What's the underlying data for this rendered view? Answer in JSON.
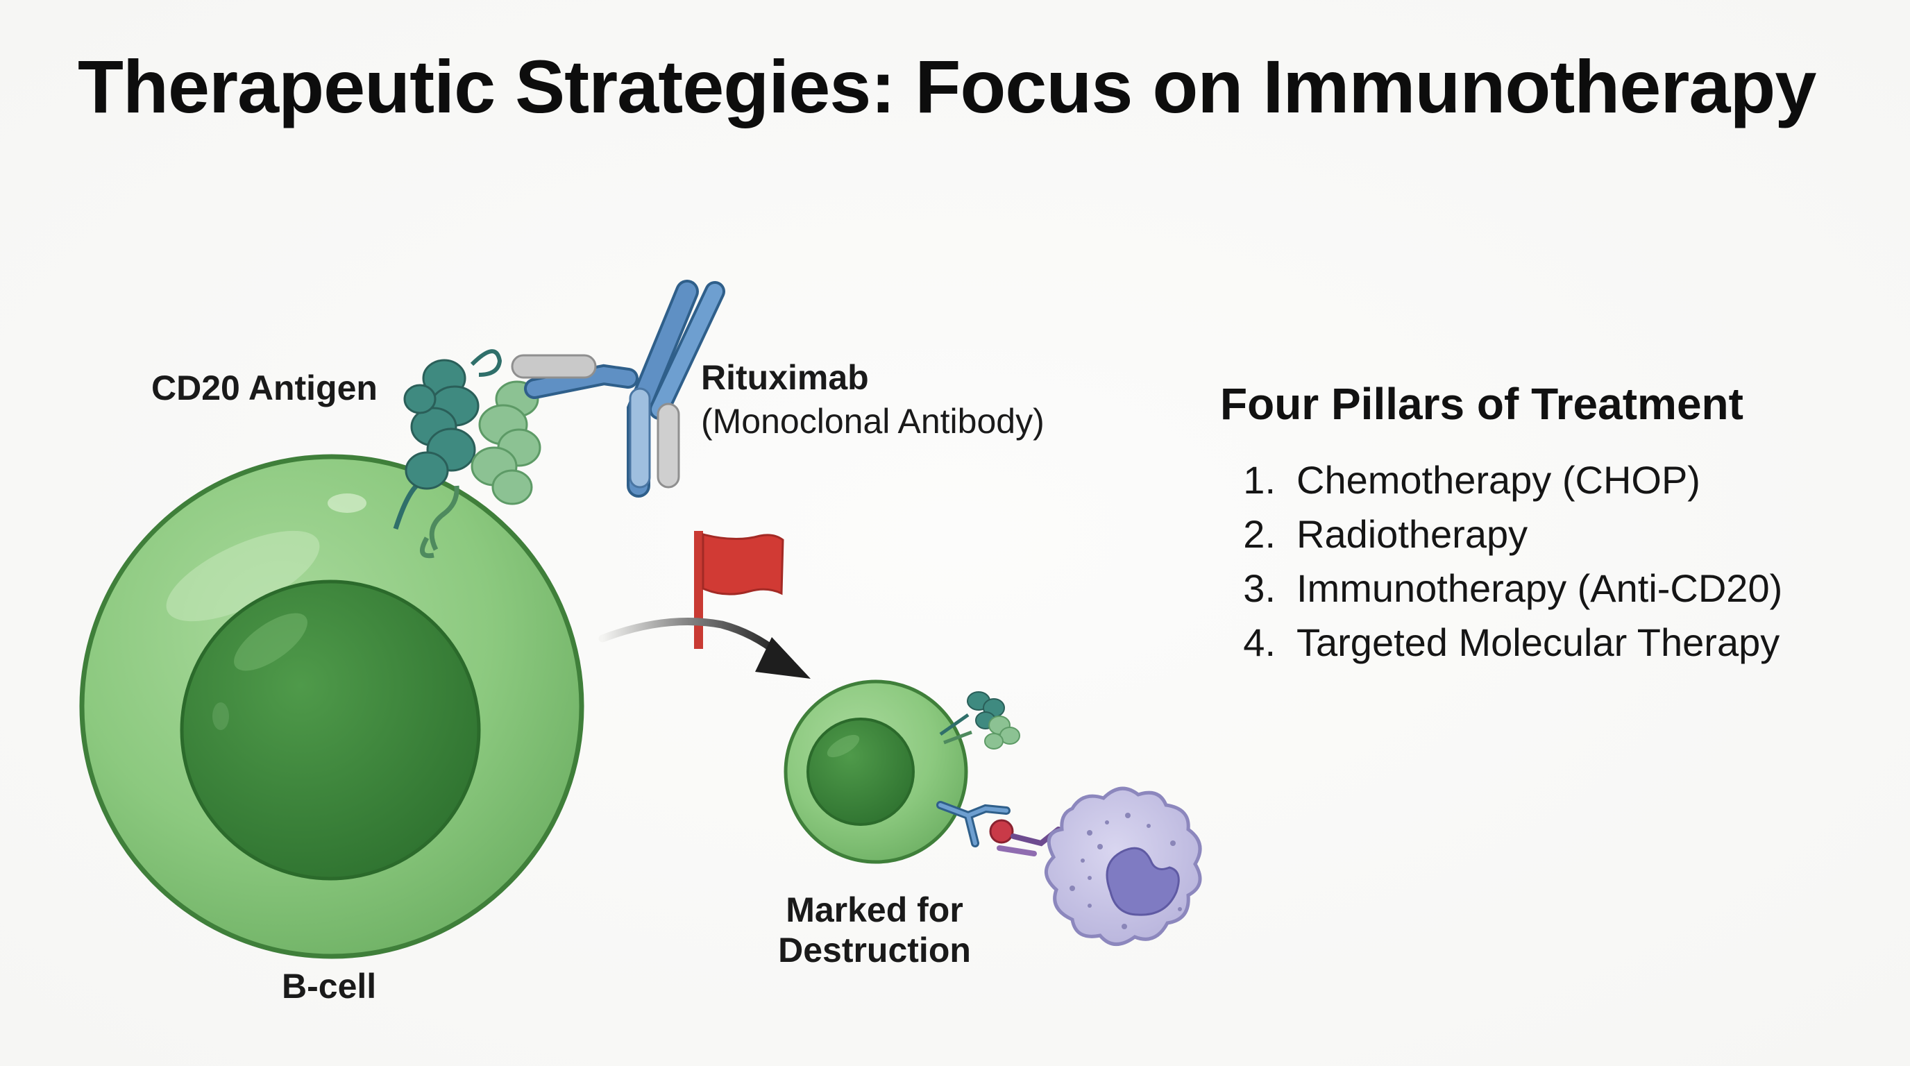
{
  "title": "Therapeutic Strategies: Focus on Immunotherapy",
  "diagram": {
    "cd20_label": "CD20 Antigen",
    "antibody_label": "Rituximab",
    "antibody_sublabel": "(Monoclonal Antibody)",
    "marked_label_line1": "Marked for",
    "marked_label_line2": "Destruction",
    "bcell_label": "B-cell",
    "icons": [
      "b-cell-icon",
      "cd20-antigen-icon",
      "antibody-icon",
      "flag-icon",
      "arrow-icon",
      "macrophage-icon"
    ],
    "colors": {
      "cell_green": "#8cc97f",
      "nucleus_green": "#3e8a3c",
      "antibody_blue": "#4f7fb3",
      "flag_red": "#d13a34",
      "macrophage_lavender": "#c9c6e8"
    }
  },
  "pillars": {
    "title": "Four Pillars of Treatment",
    "items": [
      {
        "num": "1.",
        "text": "Chemotherapy (CHOP)"
      },
      {
        "num": "2.",
        "text": "Radiotherapy"
      },
      {
        "num": "3.",
        "text": "Immunotherapy (Anti-CD20)"
      },
      {
        "num": "4.",
        "text": "Targeted Molecular Therapy"
      }
    ]
  }
}
